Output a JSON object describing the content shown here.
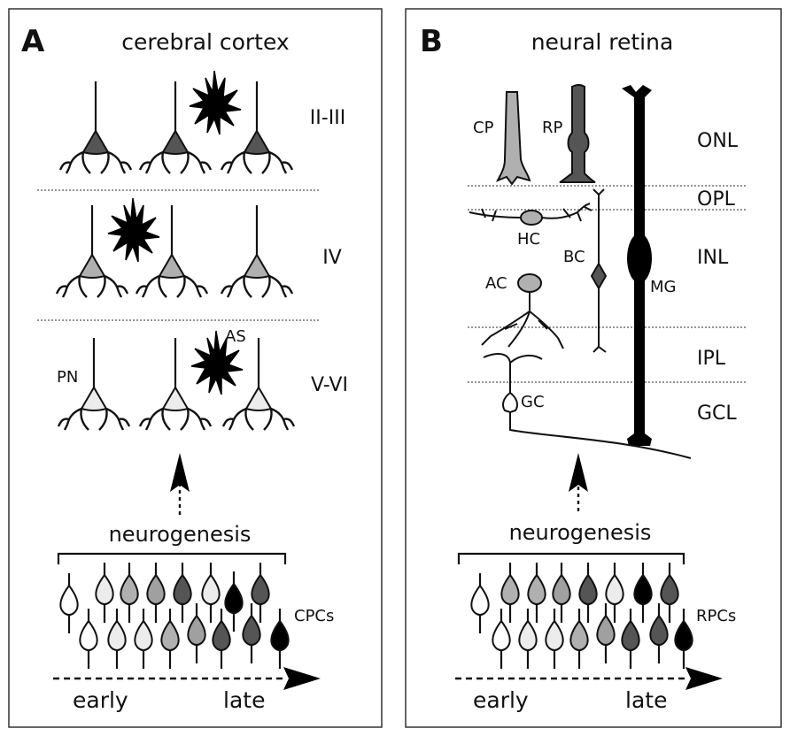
{
  "panel_a": {
    "letter": "A",
    "title": "cerebral cortex",
    "layers": [
      "II-III",
      "IV",
      "V-VI"
    ],
    "labels": {
      "pn": "PN",
      "as": "AS"
    },
    "neurogenesis": "neurogenesis",
    "progenitors": "CPCs",
    "early": "early",
    "late": "late"
  },
  "panel_b": {
    "letter": "B",
    "title": "neural retina",
    "layers": [
      "ONL",
      "OPL",
      "INL",
      "IPL",
      "GCL"
    ],
    "cells": {
      "cp": "CP",
      "rp": "RP",
      "hc": "HC",
      "bc": "BC",
      "ac": "AC",
      "mg": "MG",
      "gc": "GC"
    },
    "neurogenesis": "neurogenesis",
    "progenitors": "RPCs",
    "early": "early",
    "late": "late"
  },
  "colors": {
    "white_cell": "#ffffff",
    "light_cell": "#e3e3e3",
    "mid_light_cell": "#b8b8b8",
    "mid_cell": "#9a9a9a",
    "dark_cell": "#555555",
    "black_cell": "#000000"
  }
}
